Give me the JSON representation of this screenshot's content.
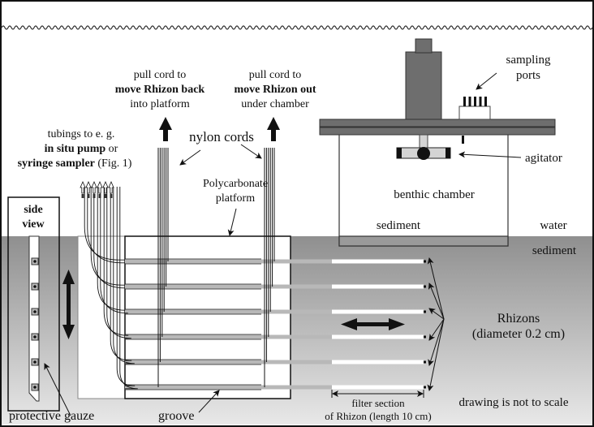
{
  "diagram": {
    "labels": {
      "pull_back_line1": "pull cord to",
      "pull_back_line2": "move Rhizon back",
      "pull_back_line3": "into platform",
      "pull_out_line1": "pull cord to",
      "pull_out_line2": "move Rhizon out",
      "pull_out_line3": "under chamber",
      "tubings_line1": "tubings to e. g.",
      "tubings_line2_bold": "in situ pump",
      "tubings_line2_rest": " or",
      "tubings_line3_bold": "syringe sampler",
      "tubings_line3_rest": " (Fig. 1)",
      "nylon_cords": "nylon cords",
      "platform_line1": "Polycarbonate",
      "platform_line2": "platform",
      "sampling_line1": "sampling",
      "sampling_line2": "ports",
      "agitator": "agitator",
      "benthic_chamber": "benthic chamber",
      "sediment_inside": "sediment",
      "water": "water",
      "sediment_outside": "sediment",
      "side_view_line1": "side",
      "side_view_line2": "view",
      "rhizons_line1": "Rhizons",
      "rhizons_line2": "(diameter 0.2 cm)",
      "protective_gauze": "protective gauze",
      "groove": "groove",
      "filter_line1": "filter section",
      "filter_line2": "of Rhizon (length 10 cm)",
      "not_to_scale": "drawing is not to scale"
    },
    "rhizon_count": 6,
    "colors": {
      "sediment_top": "#8f8f8f",
      "sediment_bottom": "#e6e6e6",
      "chamber_dark": "#6e6e6e",
      "rhizon_tube": "#b8b8b8",
      "line": "#111111"
    }
  }
}
